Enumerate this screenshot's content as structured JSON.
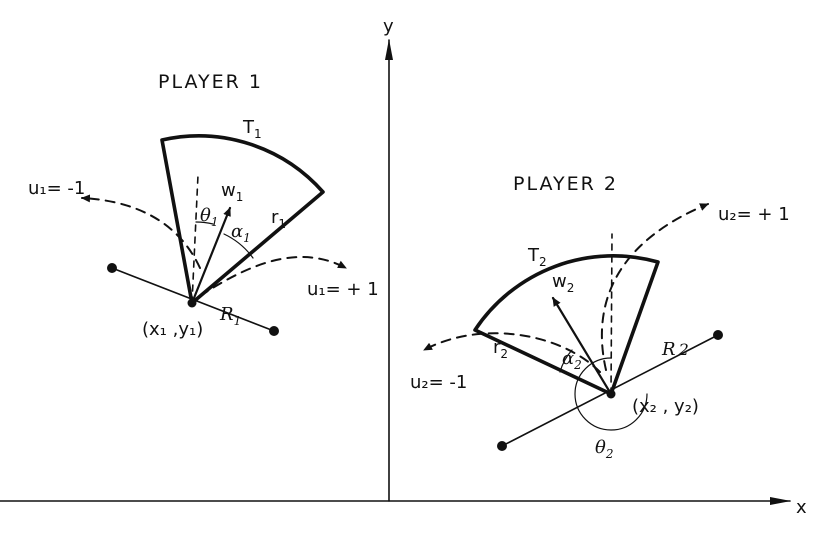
{
  "axes": {
    "x_label": "x",
    "y_label": "y"
  },
  "player1": {
    "title": "PLAYER 1",
    "target_label": "T",
    "target_sub": "1",
    "w_label": "w",
    "w_sub": "1",
    "theta_label": "θ",
    "theta_sub": "1",
    "alpha_label": "α",
    "alpha_sub": "1",
    "r_label": "r",
    "r_sub": "1",
    "R_label": "R",
    "R_sub": "1",
    "position_label": "(x₁ ,y₁)",
    "u_minus_label": "u₁= -1",
    "u_plus_label": "u₁= + 1"
  },
  "player2": {
    "title": "PLAYER 2",
    "target_label": "T",
    "target_sub": "2",
    "w_label": "w",
    "w_sub": "2",
    "theta_label": "θ",
    "theta_sub": "2",
    "alpha_label": "α",
    "alpha_sub": "2",
    "r_label": "r",
    "r_sub": "2",
    "R_label": "R",
    "R_sub": "2",
    "position_label": "(x₂ , y₂)",
    "u_minus_label": "u₂= -1",
    "u_plus_label": "u₂= + 1"
  }
}
